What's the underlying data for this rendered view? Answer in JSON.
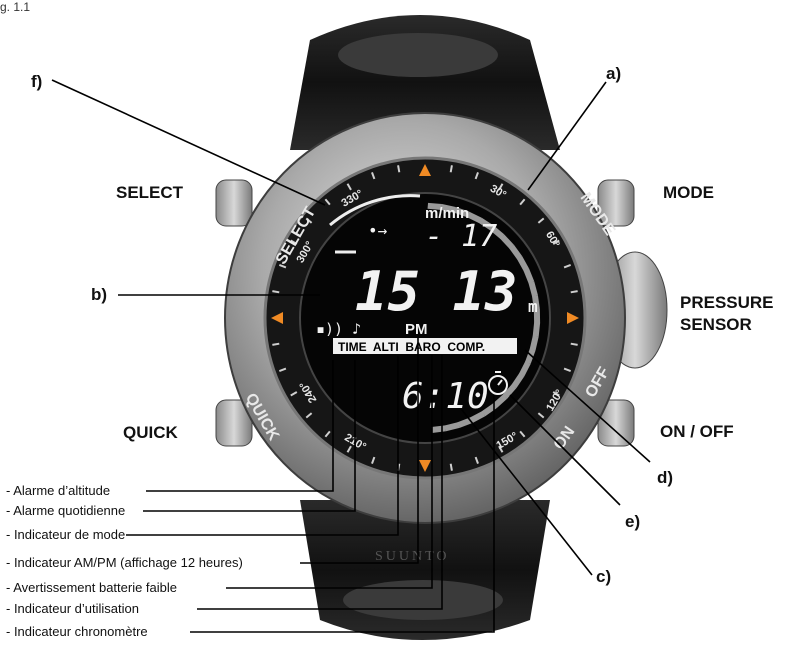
{
  "figure": "g. 1.1",
  "buttons": {
    "select": "SELECT",
    "mode": "MODE",
    "quick": "QUICK",
    "onoff": "ON / OFF",
    "pressure_sensor_1": "PRESSURE",
    "pressure_sensor_2": "SENSOR"
  },
  "callouts": {
    "a": "a)",
    "b": "b)",
    "c": "c)",
    "d": "d)",
    "e": "e)",
    "f": "f)"
  },
  "legend": [
    "- Alarme d’altitude",
    "- Alarme quotidienne",
    "- Indicateur de mode",
    "- Indicateur AM/PM (affichage 12 heures)",
    "- Avertissement batterie faible",
    "- Indicateur d’utilisation",
    "- Indicateur chronomètre"
  ],
  "bezel": {
    "select": "SELECT",
    "mode": "MODE",
    "quick": "QUICK",
    "on": "ON",
    "off": "OFF",
    "deg": [
      "330°",
      "30°",
      "60°",
      "300°",
      "240°",
      "120°",
      "150°",
      "210°"
    ]
  },
  "display": {
    "unit_rate": "m/min",
    "rate": "- 17",
    "main": "15 13",
    "main_unit": "m",
    "ampm": "PM",
    "modes": "TIME  ALTI  BARO  COMP.",
    "bottom": "6:10"
  },
  "brand": "SUUNTO"
}
